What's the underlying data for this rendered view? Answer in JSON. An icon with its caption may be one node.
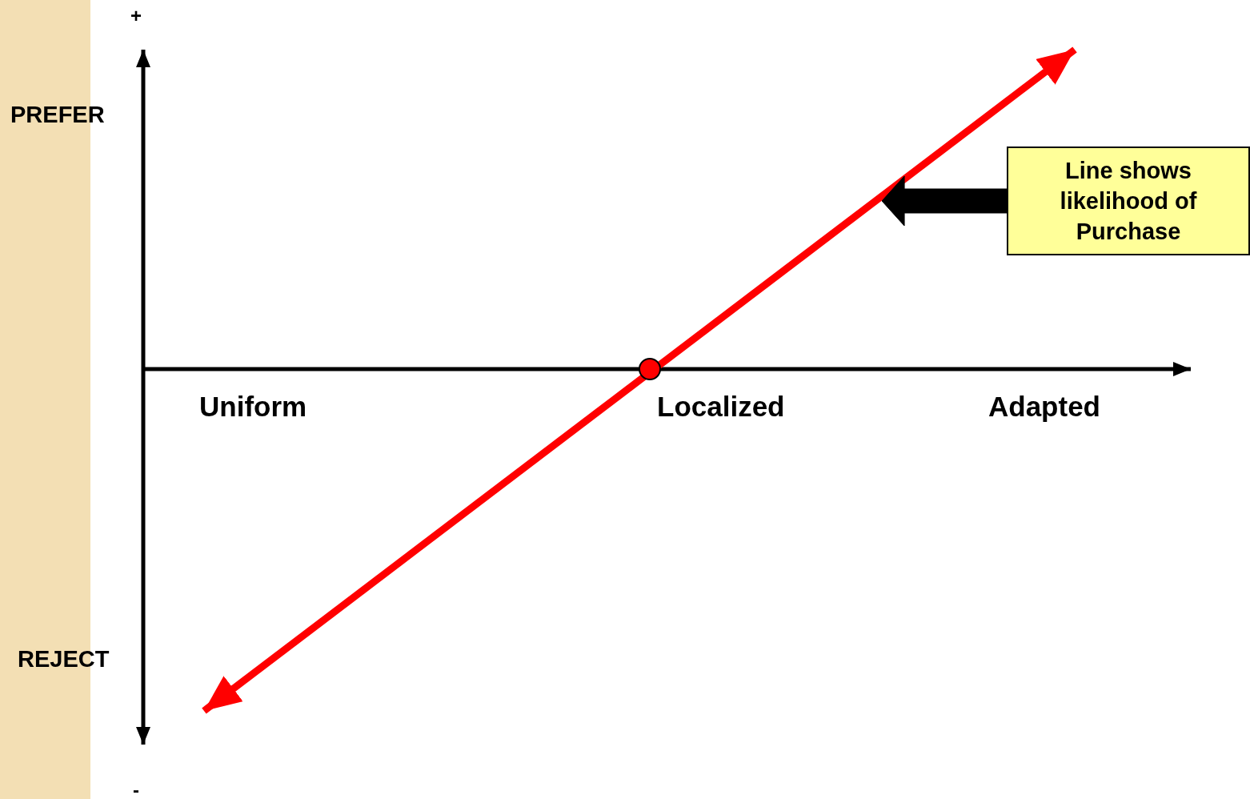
{
  "diagram": {
    "nodes": [
      {
        "text": [
          "Line shows likelihood of Purchase"
        ]
      },
      {
        "text": [],
        "shape": "line"
      }
    ],
    "edges": [
      {
        "from": 0,
        "to": 1,
        "arrow": "to",
        "style": "thick"
      }
    ],
    "labels": [
      "+",
      "PREFER",
      "REJECT",
      "-",
      "Uniform",
      "Localized",
      "Adapted"
    ]
  }
}
